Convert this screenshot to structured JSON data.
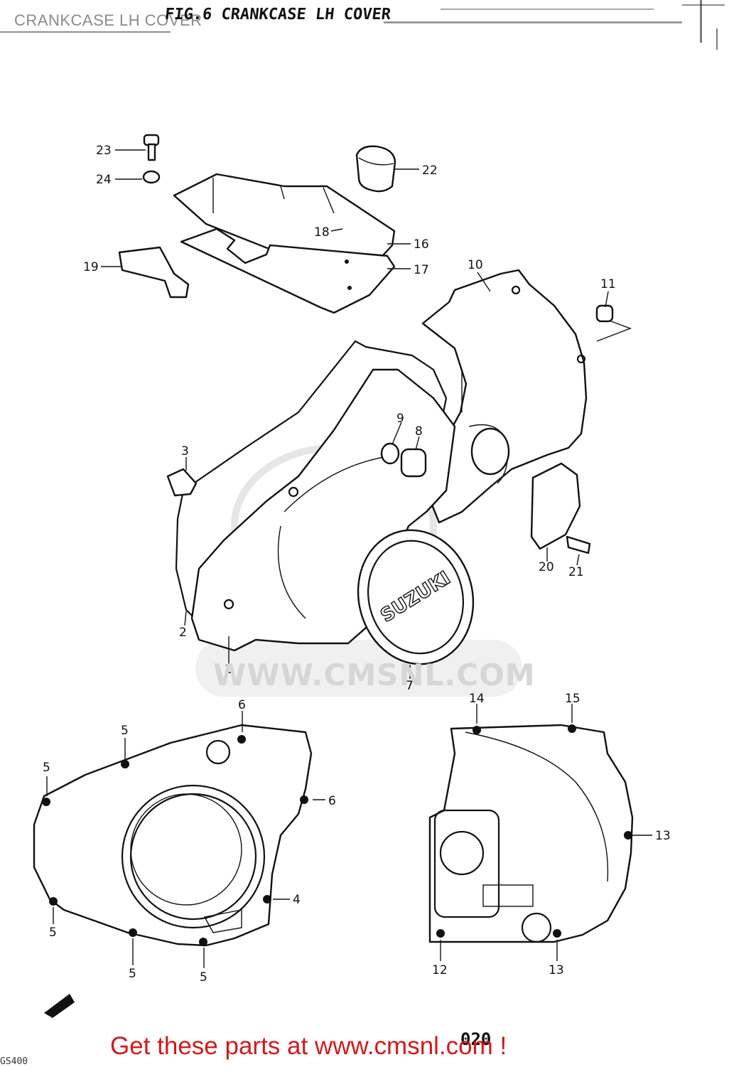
{
  "page": {
    "title": "CRANKCASE LH COVER",
    "figure_title": "FIG.6   CRANKCASE LH COVER",
    "watermark_url": "WWW.CMSNL.COM",
    "call_to_action": "Get these parts at www.cmsnl.com !",
    "page_number": "020",
    "model_code": "GS400"
  },
  "parts": [
    {
      "label": "1"
    },
    {
      "label": "2"
    },
    {
      "label": "3"
    },
    {
      "label": "4"
    },
    {
      "label": "5"
    },
    {
      "label": "6"
    },
    {
      "label": "7"
    },
    {
      "label": "8"
    },
    {
      "label": "9"
    },
    {
      "label": "10"
    },
    {
      "label": "11"
    },
    {
      "label": "12"
    },
    {
      "label": "13"
    },
    {
      "label": "14"
    },
    {
      "label": "15"
    },
    {
      "label": "16"
    },
    {
      "label": "17"
    },
    {
      "label": "18"
    },
    {
      "label": "19"
    },
    {
      "label": "20"
    },
    {
      "label": "21"
    },
    {
      "label": "22"
    },
    {
      "label": "23"
    },
    {
      "label": "24"
    }
  ],
  "emblem": {
    "text": "SUZUKI"
  },
  "colors": {
    "cta": "#d11a1a",
    "title": "#8a8a8a",
    "line": "#111111",
    "watermark": "#d6d6d6"
  }
}
